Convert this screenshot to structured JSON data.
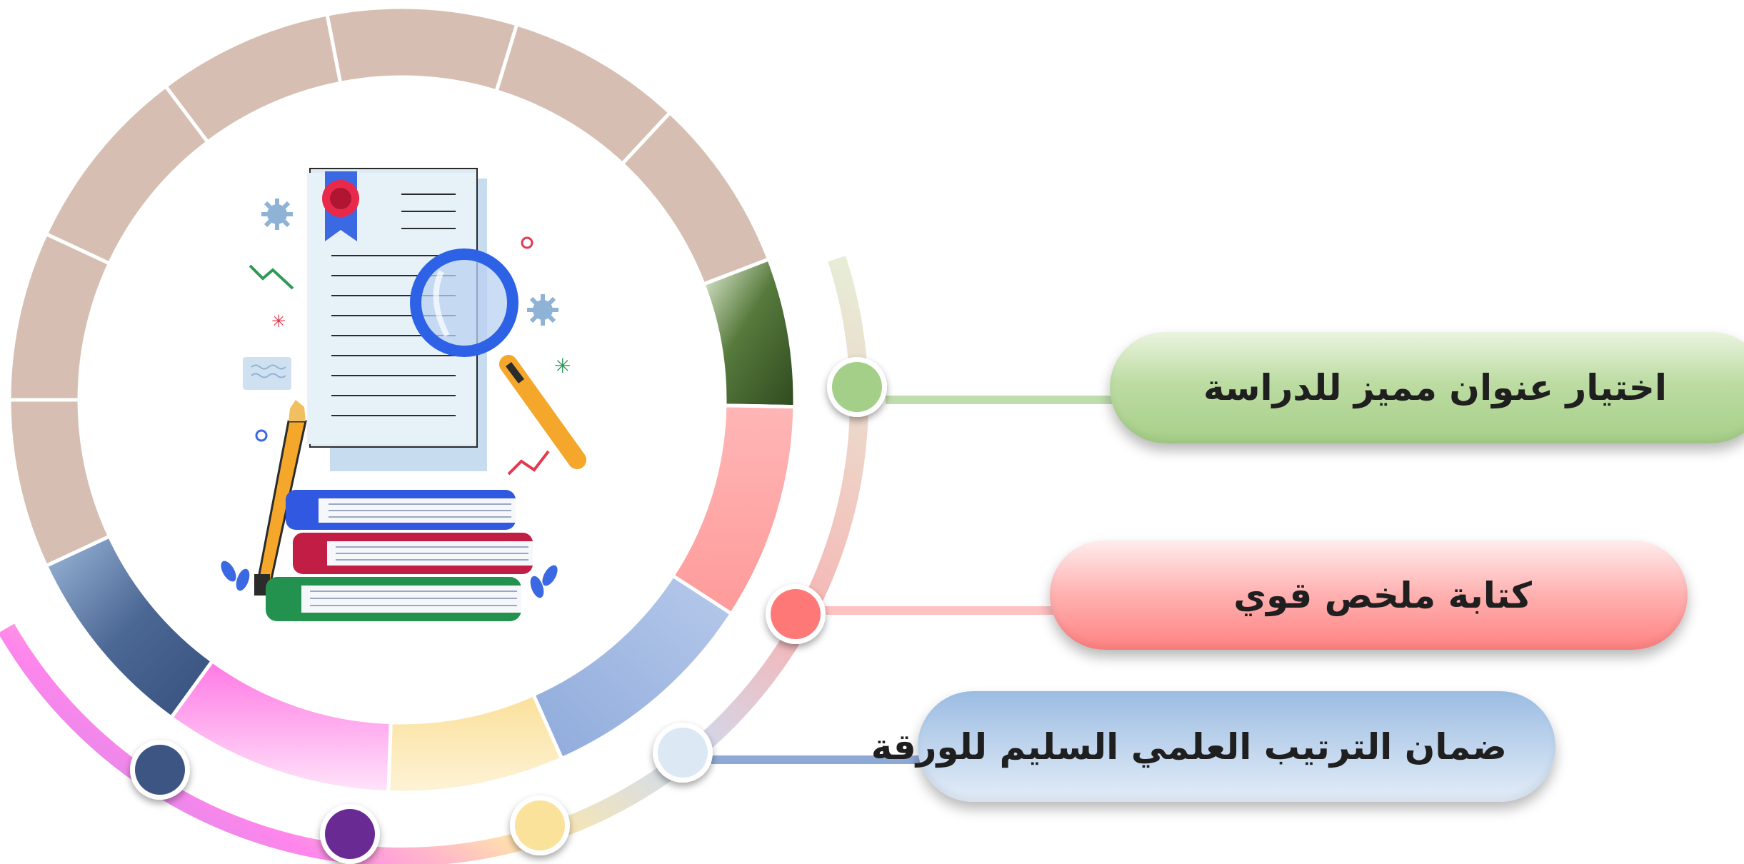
{
  "diagram": {
    "steps": [
      {
        "label": "اختيار عنوان مميز للدراسة",
        "color": "#a6cf88"
      },
      {
        "label": "كتابة ملخص قوي",
        "color": "#ff8282"
      },
      {
        "label": "ضمان الترتيب العلمي السليم للورقة",
        "color": "#9bbce2"
      }
    ]
  },
  "palette": {
    "ring_neutral": "#d6bfb2",
    "dark_green": "#3e5a2a",
    "coral": "#ff9d9d",
    "light_blue": "#aec4e6",
    "pale_yellow": "#fbe6a6",
    "magenta": "#ff7ee8",
    "navy": "#3d5a8c",
    "purple": "#6a2c94",
    "lavender": "#b48ee8"
  }
}
